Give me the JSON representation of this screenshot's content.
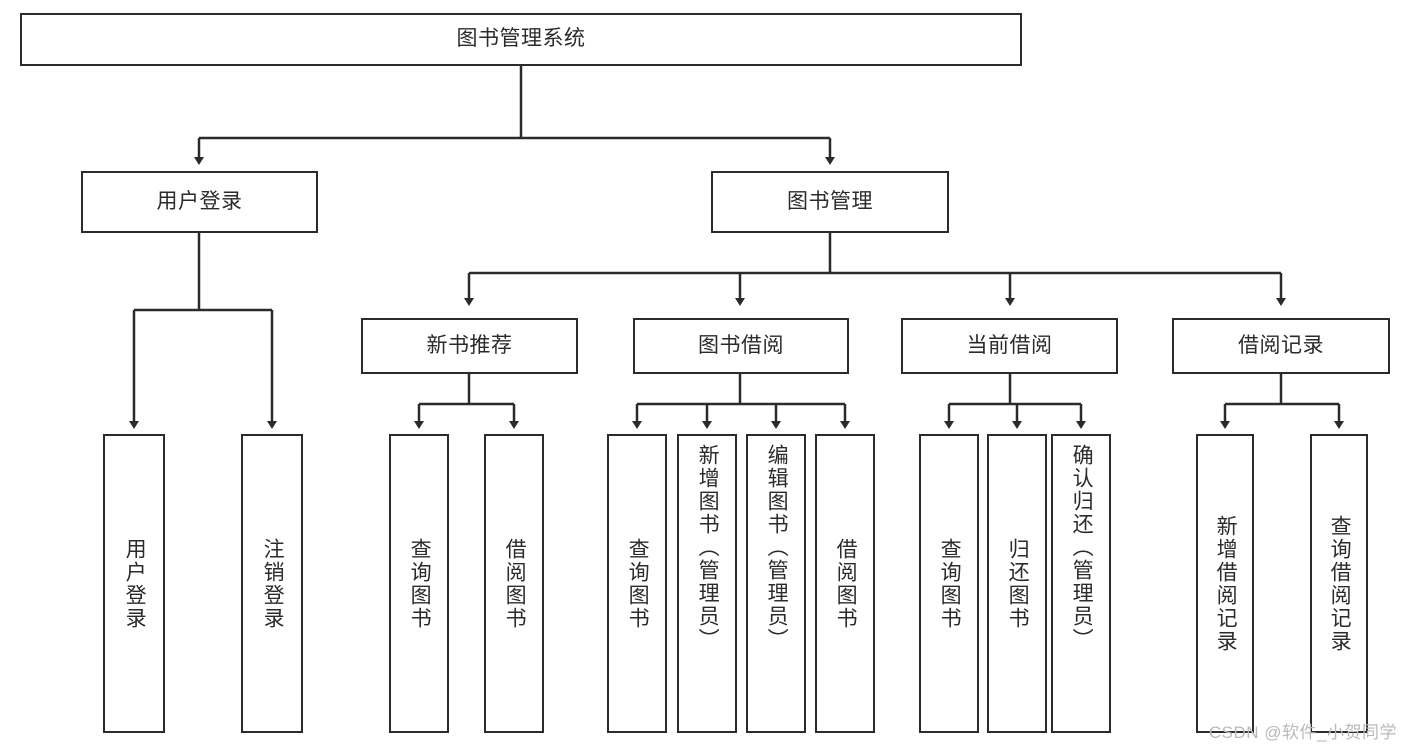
{
  "diagram": {
    "type": "tree-hierarchy",
    "title": "图书管理系统",
    "orientation": "top-down",
    "colors": {
      "box_border": "#2b2b2b",
      "box_fill": "#ffffff",
      "edge": "#2b2b2b",
      "text": "#2b2b2b",
      "watermark": "#b9b9b9"
    },
    "nodes": {
      "root": {
        "label": "图书管理系统"
      },
      "level1": [
        {
          "id": "user-login",
          "label": "用户登录"
        },
        {
          "id": "book-management",
          "label": "图书管理"
        }
      ],
      "level2": [
        {
          "id": "new-book-recommend",
          "label": "新书推荐"
        },
        {
          "id": "book-borrow",
          "label": "图书借阅"
        },
        {
          "id": "current-borrow",
          "label": "当前借阅"
        },
        {
          "id": "borrow-record",
          "label": "借阅记录"
        }
      ],
      "leaves": {
        "user-login": [
          {
            "id": "leaf-user-login",
            "label": "用户登录"
          },
          {
            "id": "leaf-user-logout",
            "label": "注销登录"
          }
        ],
        "new-book-recommend": [
          {
            "id": "leaf-query-book-1",
            "label": "查询图书"
          },
          {
            "id": "leaf-borrow-book-1",
            "label": "借阅图书"
          }
        ],
        "book-borrow": [
          {
            "id": "leaf-query-book-2",
            "label": "查询图书"
          },
          {
            "id": "leaf-add-book",
            "label": "新增图书（管理员）"
          },
          {
            "id": "leaf-edit-book",
            "label": "编辑图书（管理员）"
          },
          {
            "id": "leaf-borrow-book-2",
            "label": "借阅图书"
          }
        ],
        "current-borrow": [
          {
            "id": "leaf-query-book-3",
            "label": "查询图书"
          },
          {
            "id": "leaf-return-book",
            "label": "归还图书"
          },
          {
            "id": "leaf-confirm-return",
            "label": "确认归还（管理员）"
          }
        ],
        "borrow-record": [
          {
            "id": "leaf-add-record",
            "label": "新增借阅记录"
          },
          {
            "id": "leaf-query-record",
            "label": "查询借阅记录"
          }
        ]
      }
    },
    "watermark": "CSDN @软件_小贺同学"
  }
}
